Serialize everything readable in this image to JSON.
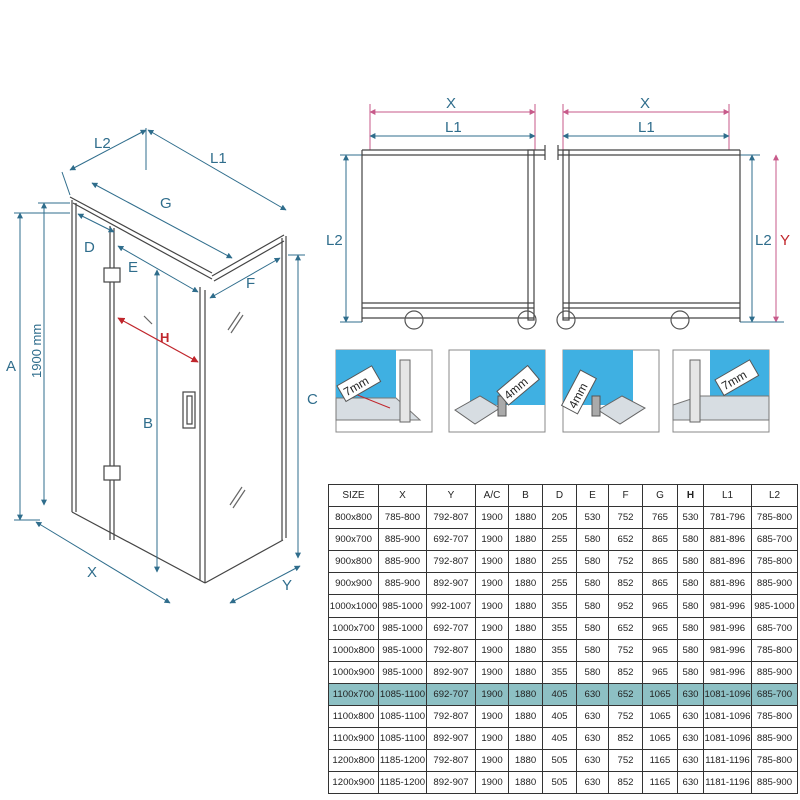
{
  "colors": {
    "dimension": "#2f6d8c",
    "height_mark": "#c0262c",
    "glass": "#3fb0e2",
    "highlight_row": "#8dc0c4"
  },
  "iso_view": {
    "labels": {
      "L2": "L2",
      "L1": "L1",
      "G": "G",
      "D": "D",
      "E": "E",
      "F": "F",
      "H": "H",
      "B": "B",
      "A": "A",
      "height_mm": "1900 mm",
      "C": "C",
      "X": "X",
      "Y": "Y"
    }
  },
  "plan_left": {
    "labels": {
      "X": "X",
      "L1": "L1",
      "L2": "L2"
    }
  },
  "plan_right": {
    "labels": {
      "X": "X",
      "L1": "L1",
      "L2": "L2",
      "Y": "Y"
    }
  },
  "details": [
    {
      "text": "7mm"
    },
    {
      "text": "4mm"
    },
    {
      "text": "4mm"
    },
    {
      "text": "7mm"
    }
  ],
  "table": {
    "headers": [
      "SIZE",
      "X",
      "Y",
      "A/C",
      "B",
      "D",
      "E",
      "F",
      "G",
      "H",
      "L1",
      "L2"
    ],
    "highlight_index": 8,
    "rows": [
      [
        "800x800",
        "785-800",
        "792-807",
        "1900",
        "1880",
        "205",
        "530",
        "752",
        "765",
        "530",
        "781-796",
        "785-800"
      ],
      [
        "900x700",
        "885-900",
        "692-707",
        "1900",
        "1880",
        "255",
        "580",
        "652",
        "865",
        "580",
        "881-896",
        "685-700"
      ],
      [
        "900x800",
        "885-900",
        "792-807",
        "1900",
        "1880",
        "255",
        "580",
        "752",
        "865",
        "580",
        "881-896",
        "785-800"
      ],
      [
        "900x900",
        "885-900",
        "892-907",
        "1900",
        "1880",
        "255",
        "580",
        "852",
        "865",
        "580",
        "881-896",
        "885-900"
      ],
      [
        "1000x1000",
        "985-1000",
        "992-1007",
        "1900",
        "1880",
        "355",
        "580",
        "952",
        "965",
        "580",
        "981-996",
        "985-1000"
      ],
      [
        "1000x700",
        "985-1000",
        "692-707",
        "1900",
        "1880",
        "355",
        "580",
        "652",
        "965",
        "580",
        "981-996",
        "685-700"
      ],
      [
        "1000x800",
        "985-1000",
        "792-807",
        "1900",
        "1880",
        "355",
        "580",
        "752",
        "965",
        "580",
        "981-996",
        "785-800"
      ],
      [
        "1000x900",
        "985-1000",
        "892-907",
        "1900",
        "1880",
        "355",
        "580",
        "852",
        "965",
        "580",
        "981-996",
        "885-900"
      ],
      [
        "1100x700",
        "1085-1100",
        "692-707",
        "1900",
        "1880",
        "405",
        "630",
        "652",
        "1065",
        "630",
        "1081-1096",
        "685-700"
      ],
      [
        "1100x800",
        "1085-1100",
        "792-807",
        "1900",
        "1880",
        "405",
        "630",
        "752",
        "1065",
        "630",
        "1081-1096",
        "785-800"
      ],
      [
        "1100x900",
        "1085-1100",
        "892-907",
        "1900",
        "1880",
        "405",
        "630",
        "852",
        "1065",
        "630",
        "1081-1096",
        "885-900"
      ],
      [
        "1200x800",
        "1185-1200",
        "792-807",
        "1900",
        "1880",
        "505",
        "630",
        "752",
        "1165",
        "630",
        "1181-1196",
        "785-800"
      ],
      [
        "1200x900",
        "1185-1200",
        "892-907",
        "1900",
        "1880",
        "505",
        "630",
        "852",
        "1165",
        "630",
        "1181-1196",
        "885-900"
      ]
    ]
  }
}
